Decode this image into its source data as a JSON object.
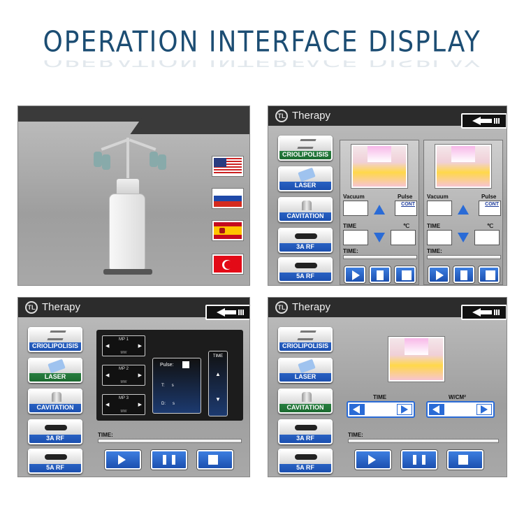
{
  "headline": "OPERATION INTERFACE DISPLAY",
  "brand_logo": "TL",
  "screen_title": "Therapy",
  "buttons": {
    "crio": "CRIOLIPOLISIS",
    "laser": "LASER",
    "cavitation": "CAVITATION",
    "rf3": "3A RF",
    "rf5": "5A RF"
  },
  "cryo_screen": {
    "vacuum_label": "Vacuum",
    "pulse_label": "Pulse",
    "cont_label": "CONT",
    "time_label": "TIME",
    "temp_label": "℃",
    "progress_label": "TIME:"
  },
  "laser_screen": {
    "mp": [
      "MP 1",
      "MP 2",
      "MP 3"
    ],
    "mp_unit": "MW",
    "pulse_label": "Pulse:",
    "t_label": "T:",
    "t_unit": "s",
    "d_label": "D:",
    "d_unit": "s",
    "time_label": "TIME",
    "up_glyph": "▲",
    "down_glyph": "▼",
    "progress_label": "TIME:"
  },
  "cav_screen": {
    "time_label": "TIME",
    "power_label": "W/CM²",
    "progress_label": "TIME:"
  },
  "colors": {
    "accent_blue": "#2a6bd6",
    "active_green": "#1c6a30",
    "headline": "#1c4d73"
  }
}
